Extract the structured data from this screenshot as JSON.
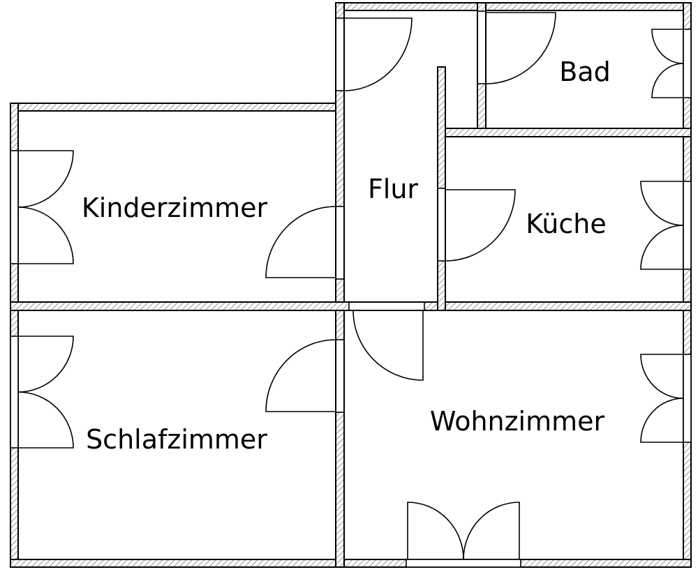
{
  "colors": {
    "wall_outline": "#000000",
    "wall_hatch": "#7a7a7a",
    "background": "#ffffff"
  },
  "rooms": {
    "bad": "Bad",
    "flur": "Flur",
    "kinderzimmer": "Kinderzimmer",
    "kueche": "Küche",
    "schlafzimmer": "Schlafzimmer",
    "wohnzimmer": "Wohnzimmer"
  }
}
